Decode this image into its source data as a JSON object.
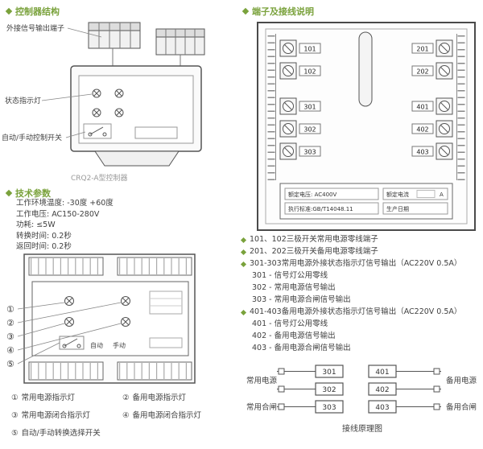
{
  "page": {
    "accent": "#7aa23c",
    "text": "#3f3f3f",
    "gray": "#9a9a9a"
  },
  "icons": {
    "section_bullet": "diamond",
    "note_bullet": "diamond"
  },
  "controller": {
    "title": "控制器结构",
    "label_output": "外接信号输出端子",
    "label_status": "状态指示灯",
    "label_switch": "自动/手动控制开关",
    "caption": "CRQ2-A型控制器"
  },
  "params": {
    "title": "技术参数",
    "lines": [
      "工作环境温度: -30度 +60度",
      "工作电压:  AC150-280V",
      "功耗:  ≤5W",
      "转换时间:  0.2秒",
      "返回时间:  0.2秒"
    ]
  },
  "terminals": {
    "title": "端子及接线说明",
    "numbers": {
      "n101": "101",
      "n102": "102",
      "n201": "201",
      "n202": "202",
      "n301": "301",
      "n302": "302",
      "n303": "303",
      "n401": "401",
      "n402": "402",
      "n403": "403"
    },
    "plate": {
      "voltage": "额定电压: AC400V",
      "current": "额定电流",
      "current_unit": "A",
      "standard": "执行标准:GB/T14048.11",
      "date": "生产日期"
    },
    "notes": [
      "101、102三极开关常用电源零线端子",
      "201、202三极开关备用电源零线端子",
      "301-303常用电源外接状态指示灯信号输出（AC220V 0.5A）",
      "301 - 信号灯公用零线",
      "302 - 常用电源信号输出",
      "303 - 常用电源合闸信号输出",
      "401-403备用电源外接状态指示灯信号输出（AC220V 0.5A）",
      "401 - 信号灯公用零线",
      "402 - 备用电源信号输出",
      "403 - 备用电源合闸信号输出"
    ]
  },
  "panel2": {
    "auto": "自动",
    "manual": "手动",
    "markers": [
      "①",
      "②",
      "③",
      "④",
      "⑤"
    ]
  },
  "legend": {
    "items": [
      {
        "num": "①",
        "text": "常用电源指示灯"
      },
      {
        "num": "②",
        "text": "备用电源指示灯"
      },
      {
        "num": "③",
        "text": "常用电源闭合指示灯"
      },
      {
        "num": "④",
        "text": "备用电源闭合指示灯"
      },
      {
        "num": "⑤",
        "text": "自动/手动转换选择开关"
      }
    ]
  },
  "schematic": {
    "left_labels": [
      "常用电源",
      "常用合闸"
    ],
    "right_labels": [
      "备用电源",
      "备用合闸"
    ],
    "left_boxes": [
      "301",
      "302",
      "303"
    ],
    "right_boxes": [
      "401",
      "402",
      "403"
    ],
    "caption": "接线原理图"
  }
}
